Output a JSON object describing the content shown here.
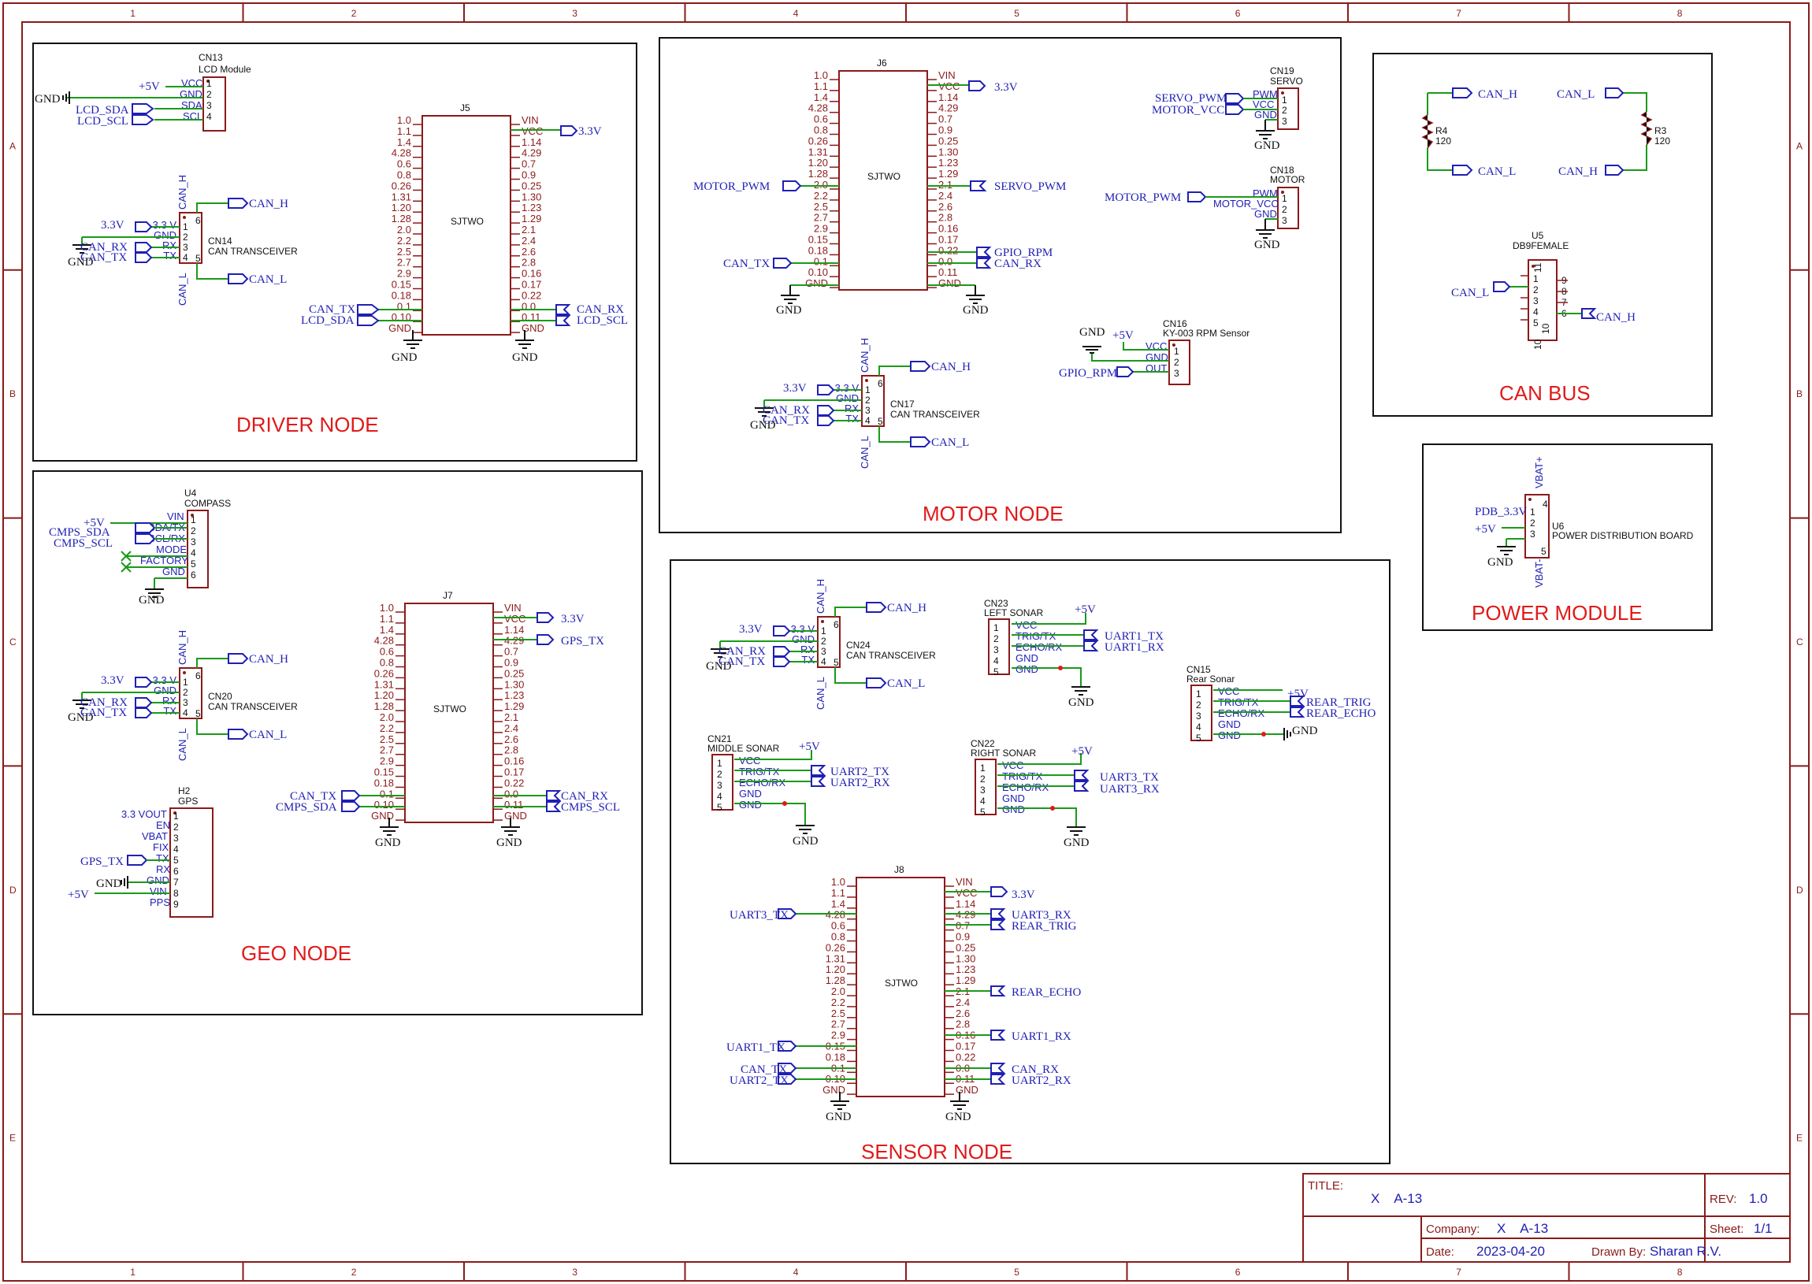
{
  "ruler": {
    "columns": [
      "1",
      "2",
      "3",
      "4",
      "5",
      "6",
      "7",
      "8"
    ],
    "rows": [
      "A",
      "B",
      "C",
      "D",
      "E"
    ]
  },
  "sections": {
    "driver": "DRIVER NODE",
    "motor": "MOTOR NODE",
    "can_bus": "CAN BUS",
    "power": "POWER MODULE",
    "geo": "GEO NODE",
    "sensor": "SENSOR NODE"
  },
  "nets": {
    "gnd": "GND",
    "p5v": "+5V",
    "p33": "3.3V",
    "can_h": "CAN_H",
    "can_l": "CAN_L",
    "can_rx": "CAN_RX",
    "can_tx": "CAN_TX",
    "lcd_sda": "LCD_SDA",
    "lcd_scl": "LCD_SCL",
    "cmps_sda": "CMPS_SDA",
    "cmps_scl": "CMPS_SCL",
    "gps_tx": "GPS_TX",
    "motor_pwm": "MOTOR_PWM",
    "servo_pwm": "SERVO_PWM",
    "gpio_rpm": "GPIO_RPM",
    "motor_vcc": "MOTOR_VCC",
    "uart1_tx": "UART1_TX",
    "uart1_rx": "UART1_RX",
    "uart2_tx": "UART2_TX",
    "uart2_rx": "UART2_RX",
    "uart3_tx": "UART3_TX",
    "uart3_rx": "UART3_RX",
    "rear_trig": "REAR_TRIG",
    "rear_echo": "REAR_ECHO",
    "rear_echo2": "REAR_ECHO",
    "pdb_33": "PDB_3.3V"
  },
  "sjtwo": {
    "name": "SJTWO",
    "left": [
      "1.0",
      "1.1",
      "1.4",
      "4.28",
      "0.6",
      "0.8",
      "0.26",
      "1.31",
      "1.20",
      "1.28",
      "2.0",
      "2.2",
      "2.5",
      "2.7",
      "2.9",
      "0.15",
      "0.18",
      "0.1",
      "0.10",
      "GND"
    ],
    "right": [
      "VIN",
      "VCC",
      "1.14",
      "4.29",
      "0.7",
      "0.9",
      "0.25",
      "1.30",
      "1.23",
      "1.29",
      "2.1",
      "2.4",
      "2.6",
      "2.8",
      "0.16",
      "0.17",
      "0.22",
      "0.0",
      "0.11",
      "GND"
    ],
    "refs": {
      "j5": "J5",
      "j6": "J6",
      "j7": "J7",
      "j8": "J8"
    }
  },
  "cn13": {
    "ref": "CN13",
    "name": "LCD Module",
    "pins": [
      "VCC",
      "GND",
      "SDA",
      "SCL"
    ],
    "nums": [
      "1",
      "2",
      "3",
      "4"
    ]
  },
  "transceiver": {
    "name": "CAN TRANSCEIVER",
    "pins": [
      "3.3 V",
      "GND",
      "RX",
      "TX"
    ],
    "nums": [
      "1",
      "2",
      "3",
      "4"
    ],
    "top": "CAN_H",
    "bot": "CAN_L",
    "n6": "6",
    "n5": "5",
    "refs": {
      "cn14": "CN14",
      "cn17": "CN17",
      "cn20": "CN20",
      "cn24": "CN24"
    }
  },
  "u4": {
    "ref": "U4",
    "name": "COMPASS",
    "pins": [
      "VIN",
      "SDA/TX",
      "SCL/RX",
      "MODE",
      "FACTORY",
      "GND"
    ],
    "nums": [
      "1",
      "2",
      "3",
      "4",
      "5",
      "6"
    ]
  },
  "h2": {
    "ref": "H2",
    "name": "GPS",
    "pins": [
      "3.3 VOUT",
      "EN",
      "VBAT",
      "FIX",
      "TX",
      "RX",
      "GND",
      "VIN",
      "PPS"
    ],
    "nums": [
      "1",
      "2",
      "3",
      "4",
      "5",
      "6",
      "7",
      "8",
      "9"
    ]
  },
  "cn19": {
    "ref": "CN19",
    "name": "SERVO",
    "pins": [
      "PWM",
      "VCC",
      "GND"
    ],
    "nums": [
      "1",
      "2",
      "3"
    ]
  },
  "cn18": {
    "ref": "CN18",
    "name": "MOTOR",
    "pins": [
      "PWM",
      "MOTOR_VCC",
      "GND"
    ],
    "nums": [
      "1",
      "2",
      "3"
    ]
  },
  "cn16": {
    "ref": "CN16",
    "name": "KY-003 RPM Sensor",
    "pins": [
      "VCC",
      "GND",
      "OUT"
    ],
    "nums": [
      "1",
      "2",
      "3"
    ]
  },
  "sonar": {
    "pins": [
      "VCC",
      "TRIG/TX",
      "ECHO/RX",
      "GND",
      "GND"
    ],
    "nums": [
      "1",
      "2",
      "3",
      "4",
      "5"
    ],
    "cn23": {
      "ref": "CN23",
      "name": "LEFT SONAR"
    },
    "cn15": {
      "ref": "CN15",
      "name": "Rear Sonar"
    },
    "cn21": {
      "ref": "CN21",
      "name": "MIDDLE SONAR"
    },
    "cn22": {
      "ref": "CN22",
      "name": "RIGHT SONAR"
    }
  },
  "r4": {
    "ref": "R4",
    "val": "120"
  },
  "r3": {
    "ref": "R3",
    "val": "120"
  },
  "u5": {
    "ref": "U5",
    "name": "DB9FEMALE",
    "nums_l": [
      "1",
      "2",
      "3",
      "4",
      "5"
    ],
    "nums_r": [
      "9",
      "8",
      "7",
      "6"
    ],
    "n11": "11",
    "n10": "10",
    "n10b": "10"
  },
  "u6": {
    "ref": "U6",
    "name": "POWER DISTRIBUTION BOARD",
    "nums": [
      "1",
      "2",
      "3"
    ],
    "vbatp": "VBAT+",
    "vbatm": "VBAT-",
    "n4": "4",
    "n5": "5"
  },
  "titleblock": {
    "title_key": "TITLE:",
    "title": "X    A-13",
    "rev_key": "REV:",
    "rev": "1.0",
    "company_key": "Company:",
    "company": "X    A-13",
    "sheet_key": "Sheet:",
    "sheet": "1/1",
    "date_key": "Date:",
    "date": "2023-04-20",
    "drawn_key": "Drawn By:",
    "drawn": "Sharan R.V."
  }
}
